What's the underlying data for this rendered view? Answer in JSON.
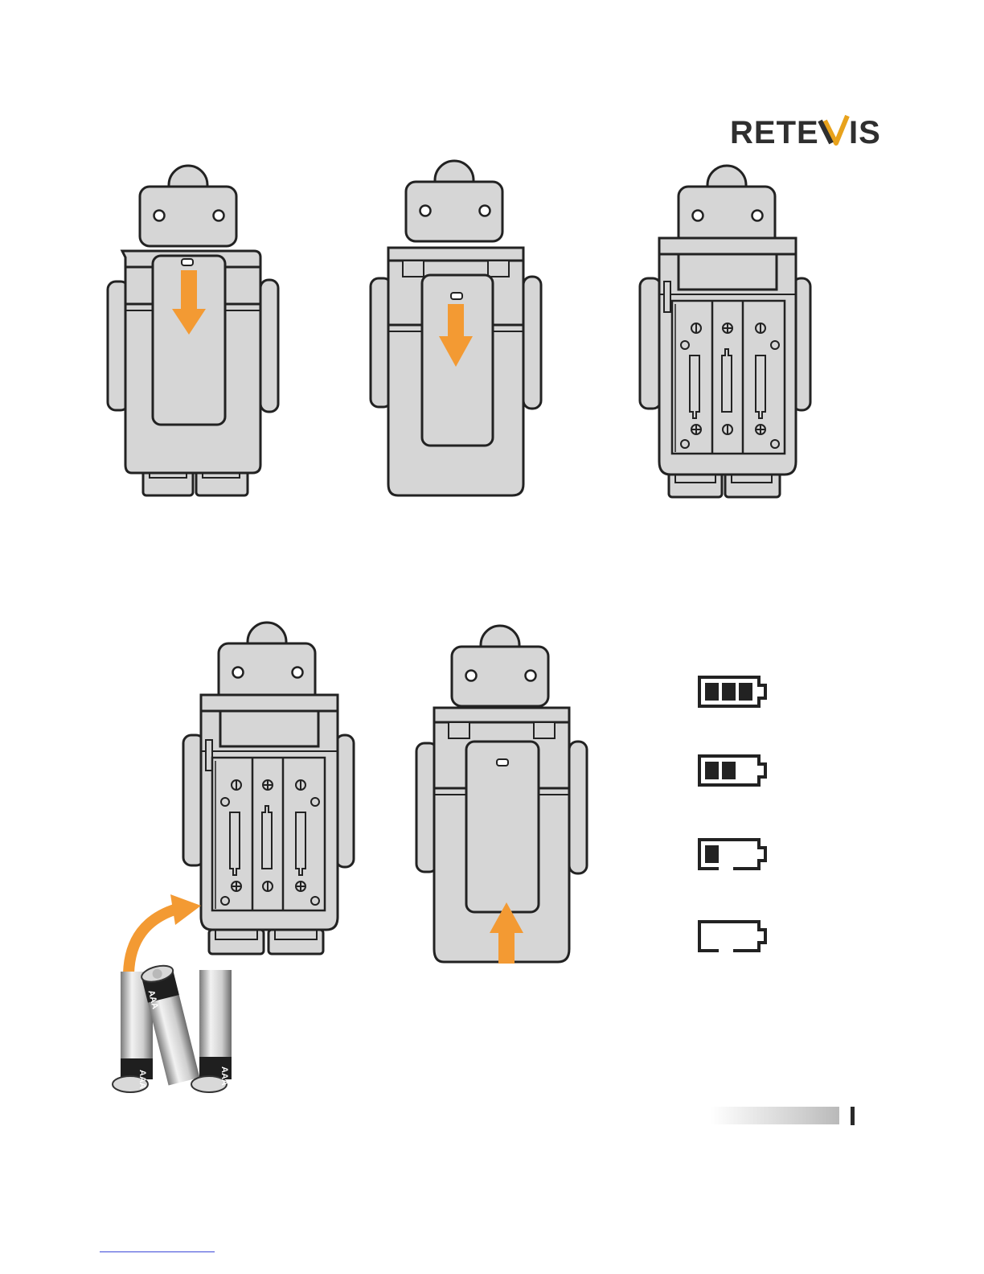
{
  "brand": {
    "logo_text": "RETEVIS",
    "logo_parts": [
      "RETE",
      "V",
      "IS"
    ]
  },
  "illustrations": {
    "steps_row1": [
      "step-1-closed-clip-press",
      "step-2-slide-clip-down",
      "step-3-open-compartment"
    ],
    "steps_row2": [
      "step-4-insert-batteries",
      "step-5-close-cover"
    ],
    "battery_label": "AAA",
    "battery_count": 3
  },
  "battery_levels": [
    {
      "name": "full",
      "bars": 3
    },
    {
      "name": "medium",
      "bars": 2
    },
    {
      "name": "low",
      "bars": 1
    },
    {
      "name": "empty",
      "bars": 0
    }
  ],
  "colors": {
    "device_fill": "#d6d6d6",
    "outline": "#222222",
    "arrow": "#f39a33",
    "logo_accent": "#e8a21c"
  }
}
